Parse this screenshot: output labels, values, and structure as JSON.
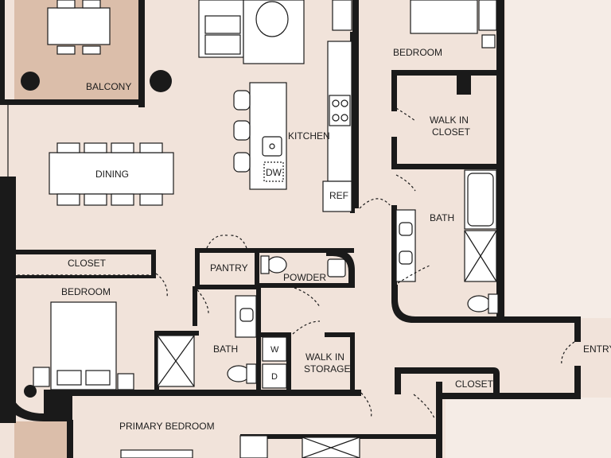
{
  "rooms": {
    "balcony": "BALCONY",
    "dining": "DINING",
    "kitchen": "KITCHEN",
    "bedroom_top": "BEDROOM",
    "walk_in_closet": [
      "WALK IN",
      "CLOSET"
    ],
    "bath_right": "BATH",
    "closet_left": "CLOSET",
    "bedroom_left": "BEDROOM",
    "pantry": "PANTRY",
    "powder": "POWDER",
    "bath_center": "BATH",
    "walk_in_storage": [
      "WALK IN",
      "STORAGE"
    ],
    "entry": "ENTRY",
    "closet_entry": "CLOSET",
    "primary_bedroom": "PRIMARY BEDROOM"
  },
  "appliances": {
    "dishwasher": "DW",
    "refrigerator": "REF",
    "washer": "W",
    "dryer": "D"
  },
  "colors": {
    "floor": "#f1e3da",
    "balcony_floor": "#dbbeaa",
    "exterior": "#f5ece6",
    "wall": "#1a1a1a",
    "fixture": "#ffffff"
  }
}
